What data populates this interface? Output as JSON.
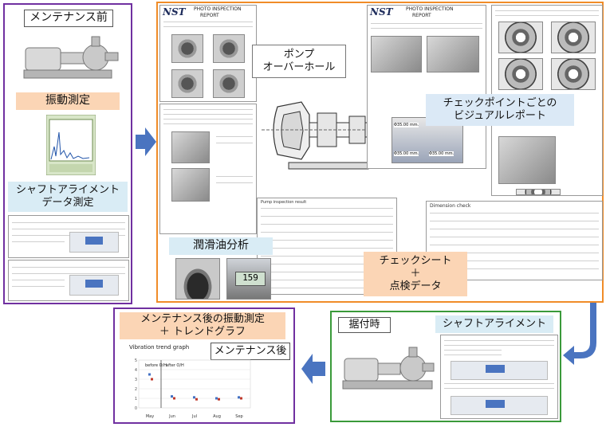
{
  "before": {
    "title": "メンテナンス前",
    "vibration_label": "振動測定",
    "alignment_label_1": "シャフトアライメント",
    "alignment_label_2": "データ測定"
  },
  "overhaul": {
    "pump_label_1": "ポンプ",
    "pump_label_2": "オーバーホール",
    "checkpoint_label_1": "チェックポイントごとの",
    "checkpoint_label_2": "ビジュアルレポート",
    "oil_label": "潤滑油分析",
    "checksheet_label_1": "チェックシート",
    "checksheet_label_2": "＋",
    "checksheet_label_3": "点検データ",
    "report_logo": "NST",
    "report_title": "PHOTO INSPECTION",
    "report_subtitle": "REPORT",
    "oil_reading": "159",
    "measure_1": "Φ35.00 mm.",
    "measure_2": "Φ35.00 mm.",
    "measure_3": "Φ35.00 mm.",
    "dimension_check": "Dimension check",
    "table_title": "Pump inspection result"
  },
  "install": {
    "title": "据付時",
    "alignment_label": "シャフトアライメント"
  },
  "after": {
    "label_1": "メンテナンス後の振動測定",
    "label_2": "＋ トレンドグラフ",
    "after_label": "メンテナンス後",
    "graph_title": "Vibration  trend graph",
    "before_oh": "before O/H",
    "after_oh": "after O/H"
  },
  "colors": {
    "before_border": "#7030a0",
    "overhaul_border": "#f08c28",
    "install_border": "#3a9a3a",
    "after_border": "#7030a0",
    "arrow": "#4a74c0",
    "light_blue_label": "#d9ecf5",
    "peach_label": "#fbd5b5",
    "light_blue_label_2": "#dbe9f6"
  },
  "chart_data": {
    "type": "scatter",
    "title": "Vibration  trend graph",
    "categories": [
      "May",
      "Jun",
      "Jul",
      "Aug",
      "Sep"
    ],
    "ylim": [
      0,
      5
    ],
    "annotations": [
      "before O/H",
      "after O/H"
    ],
    "series": [
      {
        "name": "",
        "color": "#4472c4",
        "values": [
          3.5,
          1.2,
          1.1,
          1.0,
          1.1
        ]
      },
      {
        "name": "",
        "color": "#c0392b",
        "values": [
          3.0,
          1.0,
          0.9,
          0.9,
          1.0
        ]
      }
    ]
  }
}
